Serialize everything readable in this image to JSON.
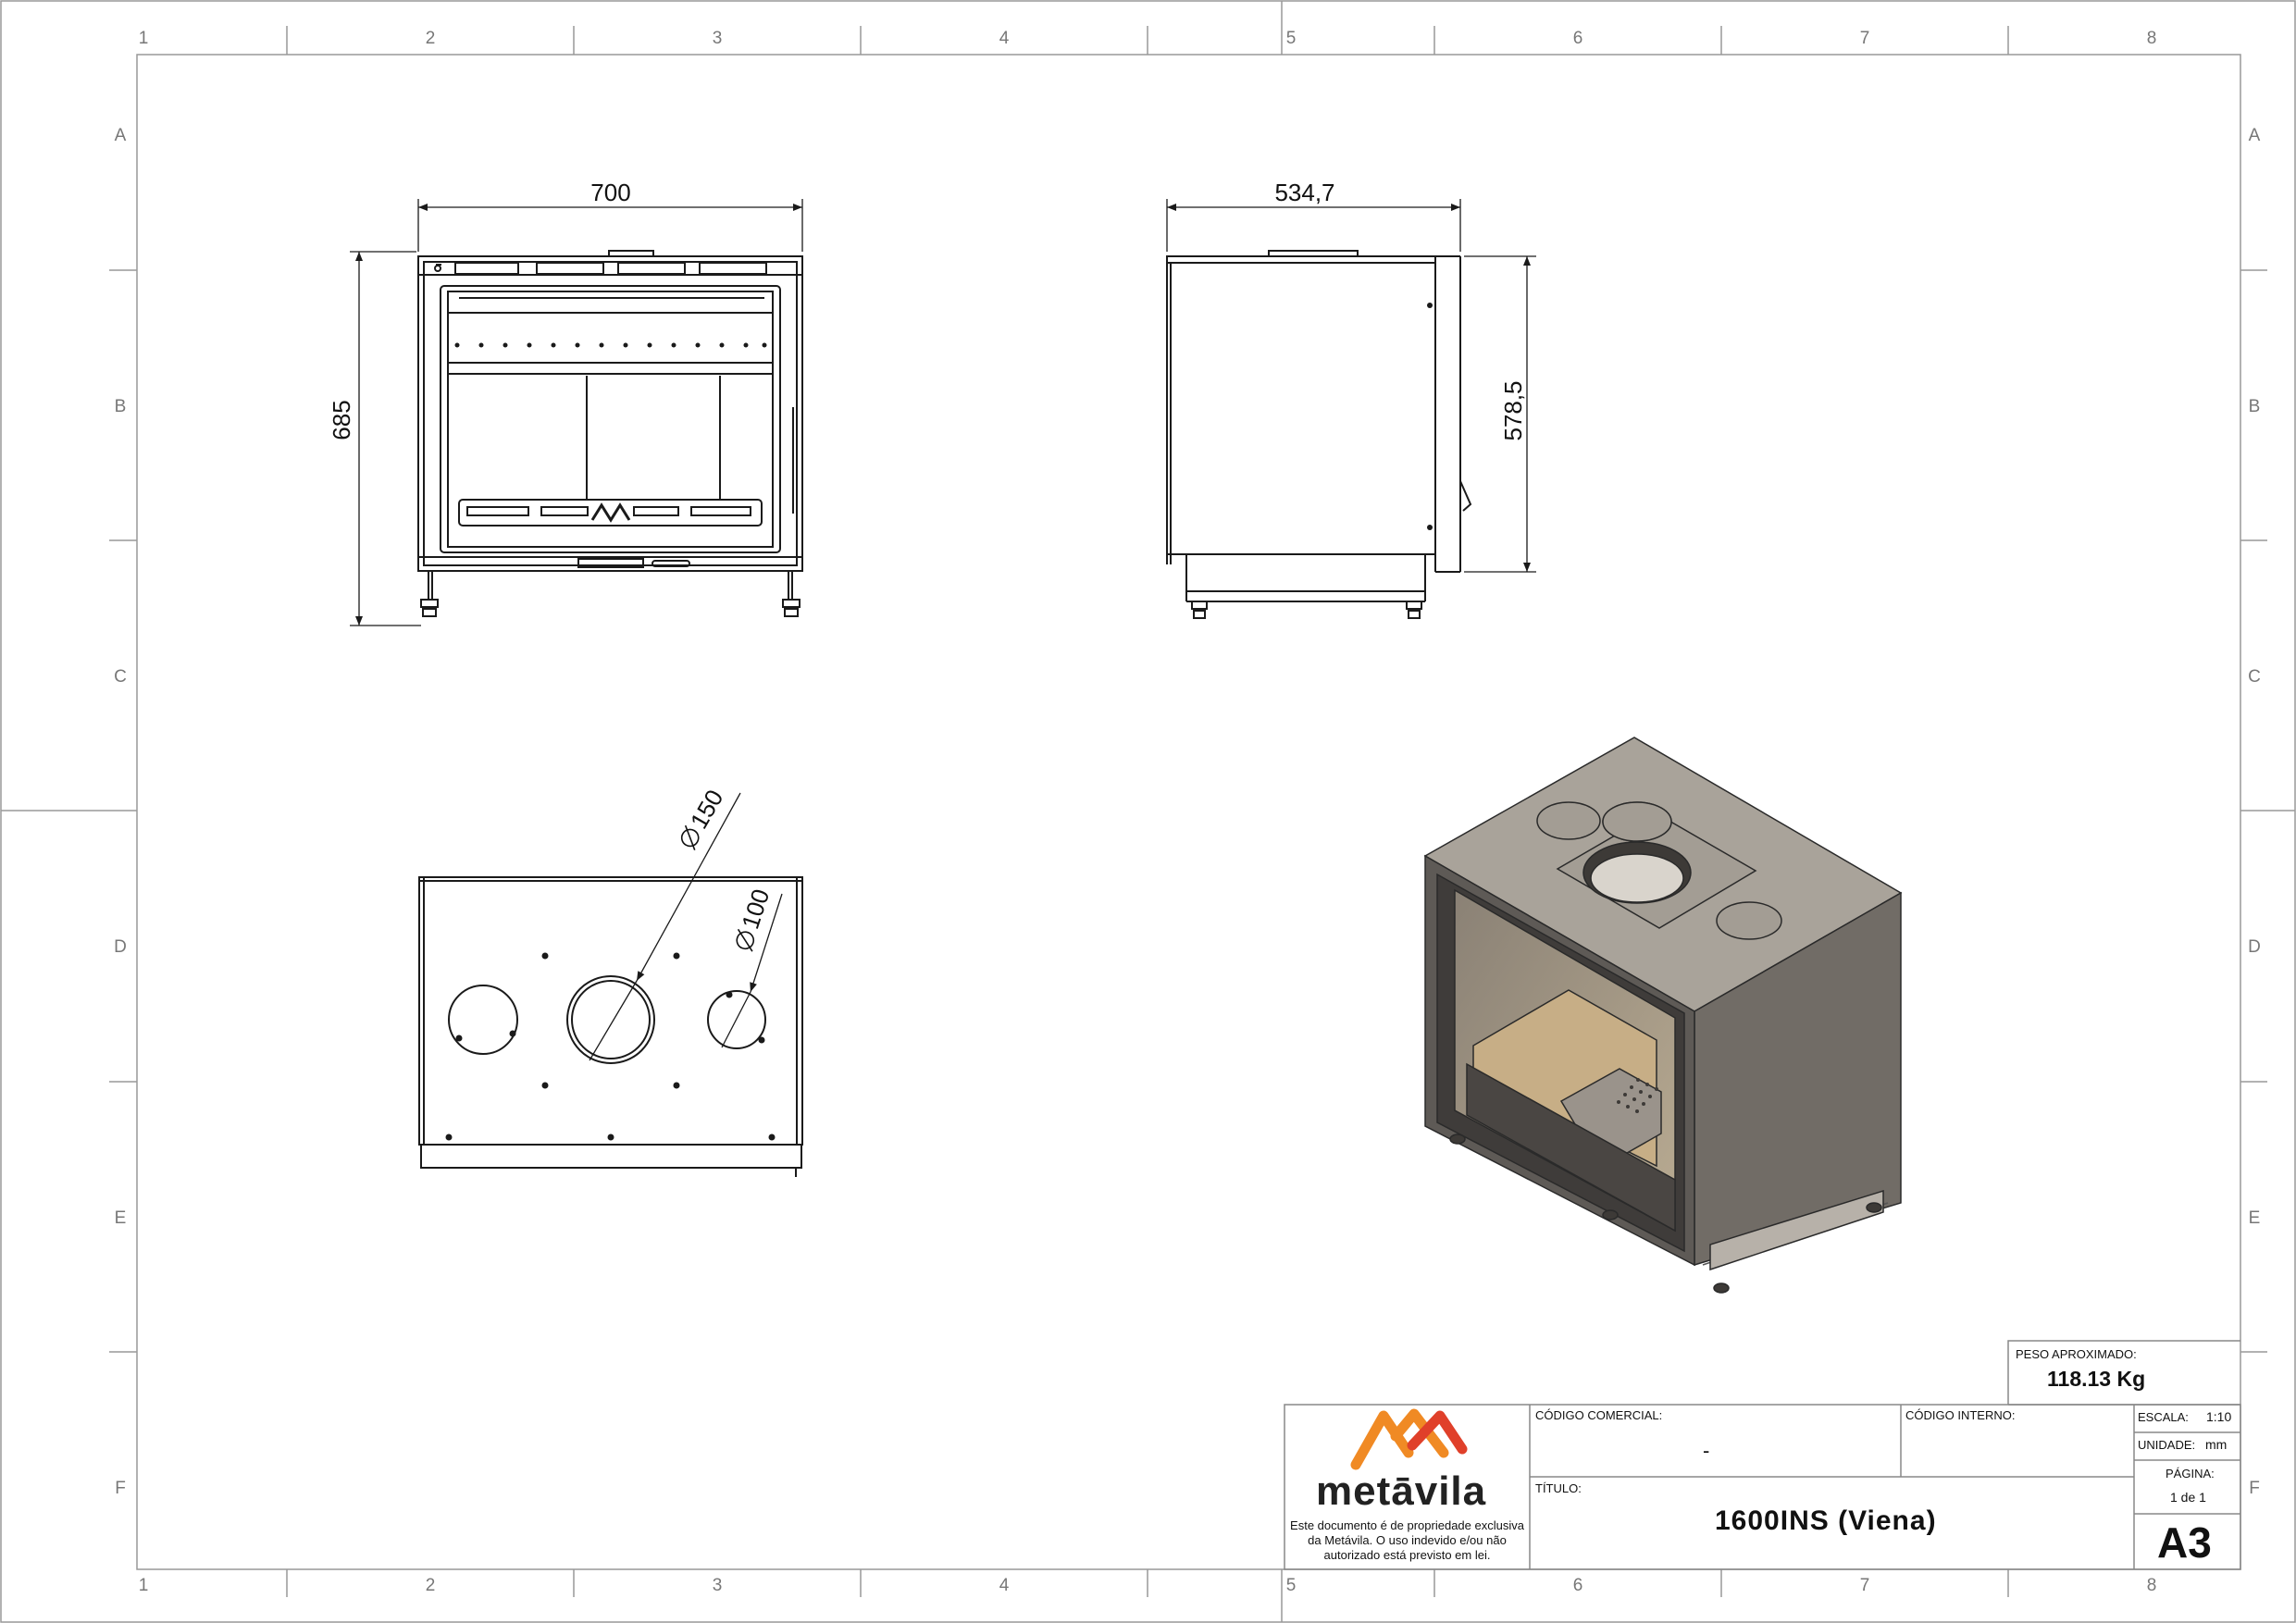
{
  "frame": {
    "columns": [
      "1",
      "2",
      "3",
      "4",
      "5",
      "6",
      "7",
      "8"
    ],
    "rows": [
      "A",
      "B",
      "C",
      "D",
      "E",
      "F"
    ]
  },
  "dimensions": {
    "front_width": "700",
    "front_height": "685",
    "side_depth": "534,7",
    "side_height": "578,5",
    "top_big_diameter": "150",
    "top_small_diameter": "100"
  },
  "title_block": {
    "weight_label": "PESO APROXIMADO:",
    "weight_value": "118.13 Kg",
    "commercial_code_label": "CÓDIGO COMERCIAL:",
    "commercial_code_value": "-",
    "internal_code_label": "CÓDIGO INTERNO:",
    "title_label": "TÍTULO:",
    "title_value": "1600INS (Viena)",
    "scale_label": "ESCALA:",
    "scale_value": "1:10",
    "unit_label": "UNIDADE:",
    "unit_value": "mm",
    "page_label": "PÁGINA:",
    "page_value": "1 de 1",
    "sheet_size": "A3",
    "brand": "metāvila",
    "notice": [
      "Este documento é de propriedade exclusiva",
      "da Metávila. O uso indevido e/ou não",
      "autorizado está previsto em lei."
    ]
  },
  "colors": {
    "line": "#1a1a1a",
    "frame": "#888888",
    "logo_orange": "#f08a24",
    "logo_red": "#e0402a",
    "iso_top": "#a9a39a",
    "iso_side": "#716c66",
    "iso_front": "#5e5a56",
    "iso_floor": "#c7ae86"
  }
}
